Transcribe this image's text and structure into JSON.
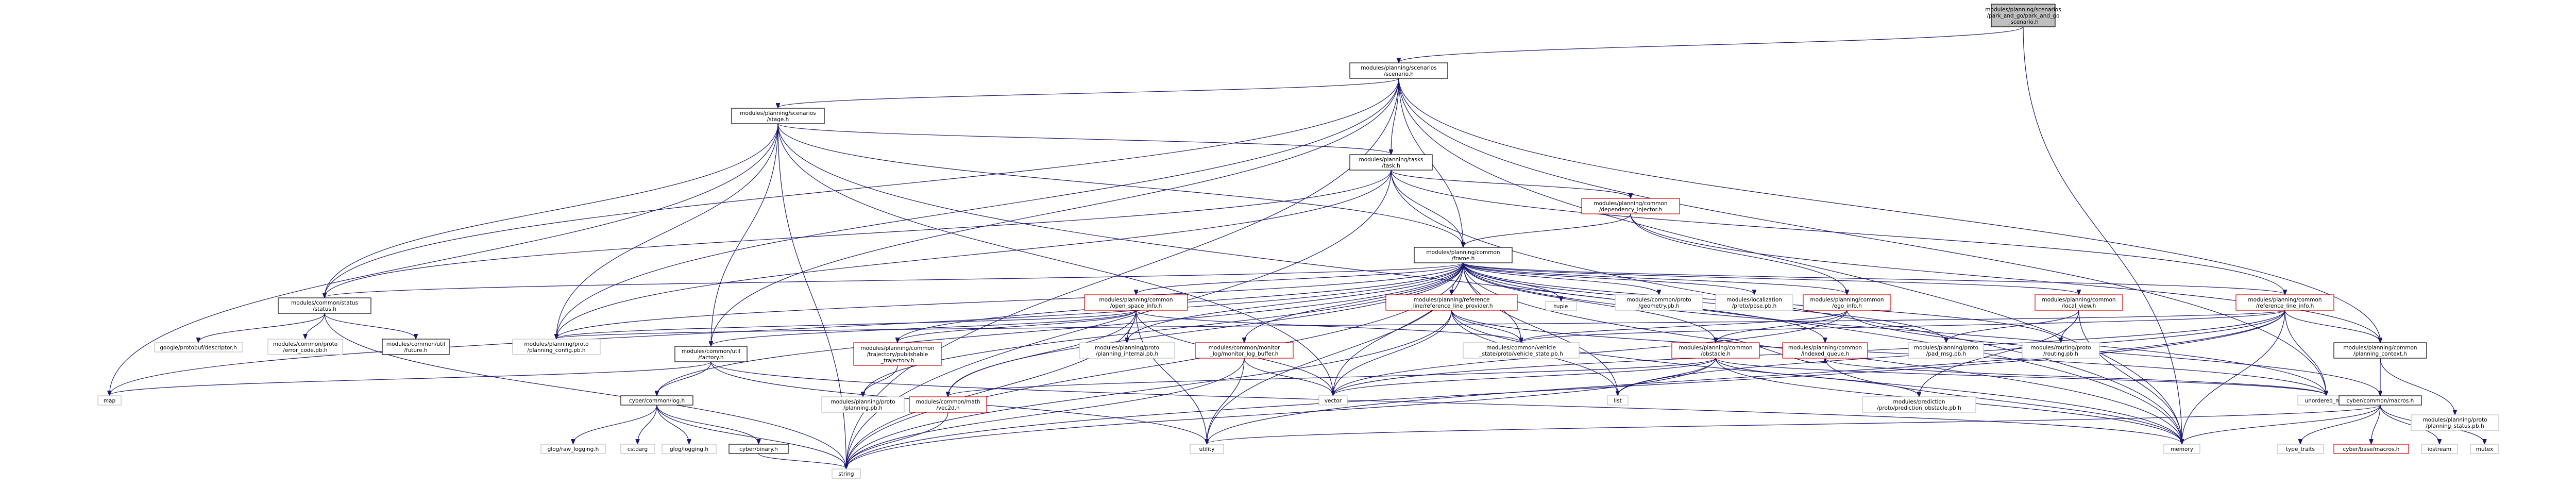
{
  "diagram": {
    "type": "include-dependency-graph",
    "nodes": [
      {
        "id": "root",
        "lines": [
          "modules/planning/scenarios",
          "/park_and_go/park_and_go",
          "_scenario.h"
        ],
        "style": "root"
      },
      {
        "id": "scenario_h",
        "lines": [
          "modules/planning/scenarios",
          "/scenario.h"
        ],
        "style": "normal"
      },
      {
        "id": "stage_h",
        "lines": [
          "modules/planning/scenarios",
          "/stage.h"
        ],
        "style": "normal"
      },
      {
        "id": "task_h",
        "lines": [
          "modules/planning/tasks",
          "/task.h"
        ],
        "style": "normal"
      },
      {
        "id": "dep_injector",
        "lines": [
          "modules/planning/common",
          "/dependency_injector.h"
        ],
        "style": "red"
      },
      {
        "id": "frame_h",
        "lines": [
          "modules/planning/common",
          "/frame.h"
        ],
        "style": "normal"
      },
      {
        "id": "status_h",
        "lines": [
          "modules/common/status",
          "/status.h"
        ],
        "style": "normal"
      },
      {
        "id": "open_space",
        "lines": [
          "modules/planning/common",
          "/open_space_info.h"
        ],
        "style": "red"
      },
      {
        "id": "ref_provider",
        "lines": [
          "modules/planning/reference",
          "_line/reference_line_provider.h"
        ],
        "style": "red"
      },
      {
        "id": "tuple",
        "lines": [
          "tuple"
        ],
        "style": "plain"
      },
      {
        "id": "geometry_pb",
        "lines": [
          "modules/common/proto",
          "/geometry.pb.h"
        ],
        "style": "plain"
      },
      {
        "id": "pose_pb",
        "lines": [
          "modules/localization",
          "/proto/pose.pb.h"
        ],
        "style": "plain"
      },
      {
        "id": "ego_info",
        "lines": [
          "modules/planning/common",
          "/ego_info.h"
        ],
        "style": "red"
      },
      {
        "id": "local_view",
        "lines": [
          "modules/planning/common",
          "/local_view.h"
        ],
        "style": "red"
      },
      {
        "id": "ref_line_info",
        "lines": [
          "modules/planning/common",
          "/reference_line_info.h"
        ],
        "style": "red"
      },
      {
        "id": "descriptor",
        "lines": [
          "google/protobuf/descriptor.h"
        ],
        "style": "plain"
      },
      {
        "id": "error_code_pb",
        "lines": [
          "modules/common/proto",
          "/error_code.pb.h"
        ],
        "style": "plain"
      },
      {
        "id": "future_h",
        "lines": [
          "modules/common/util",
          "/future.h"
        ],
        "style": "normal"
      },
      {
        "id": "planning_config_pb",
        "lines": [
          "modules/planning/proto",
          "/planning_config.pb.h"
        ],
        "style": "plain"
      },
      {
        "id": "factory_h",
        "lines": [
          "modules/common/util",
          "/factory.h"
        ],
        "style": "normal"
      },
      {
        "id": "trajectory_pub",
        "lines": [
          "modules/planning/common",
          "/trajectory/publishable",
          "_trajectory.h"
        ],
        "style": "red"
      },
      {
        "id": "planning_internal_pb",
        "lines": [
          "modules/planning/proto",
          "/planning_internal.pb.h"
        ],
        "style": "plain"
      },
      {
        "id": "log_buffer",
        "lines": [
          "modules/common/monitor",
          "_log/monitor_log_buffer.h"
        ],
        "style": "red"
      },
      {
        "id": "vehicle_state_pb",
        "lines": [
          "modules/common/vehicle",
          "_state/proto/vehicle_state.pb.h"
        ],
        "style": "plain"
      },
      {
        "id": "obstacle_h",
        "lines": [
          "modules/planning/common",
          "/obstacle.h"
        ],
        "style": "red"
      },
      {
        "id": "indexed_queue",
        "lines": [
          "modules/planning/common",
          "/indexed_queue.h"
        ],
        "style": "red"
      },
      {
        "id": "pad_msg_pb",
        "lines": [
          "modules/planning/proto",
          "/pad_msg.pb.h"
        ],
        "style": "plain"
      },
      {
        "id": "routing_pb",
        "lines": [
          "modules/routing/proto",
          "/routing.pb.h"
        ],
        "style": "plain"
      },
      {
        "id": "planning_context",
        "lines": [
          "modules/planning/common",
          "/planning_context.h"
        ],
        "style": "normal"
      },
      {
        "id": "map",
        "lines": [
          "map"
        ],
        "style": "plain"
      },
      {
        "id": "log_h",
        "lines": [
          "cyber/common/log.h"
        ],
        "style": "normal"
      },
      {
        "id": "planning_pb",
        "lines": [
          "modules/planning/proto",
          "/planning.pb.h"
        ],
        "style": "plain"
      },
      {
        "id": "vec2d",
        "lines": [
          "modules/common/math",
          "/vec2d.h"
        ],
        "style": "red"
      },
      {
        "id": "vector",
        "lines": [
          "vector"
        ],
        "style": "plain"
      },
      {
        "id": "list",
        "lines": [
          "list"
        ],
        "style": "plain"
      },
      {
        "id": "prediction_obstacle_pb",
        "lines": [
          "modules/prediction",
          "/proto/prediction_obstacle.pb.h"
        ],
        "style": "plain"
      },
      {
        "id": "unordered_map",
        "lines": [
          "unordered_map"
        ],
        "style": "plain"
      },
      {
        "id": "macros_h",
        "lines": [
          "cyber/common/macros.h"
        ],
        "style": "normal"
      },
      {
        "id": "planning_status_pb",
        "lines": [
          "modules/planning/proto",
          "/planning_status.pb.h"
        ],
        "style": "plain"
      },
      {
        "id": "glognew",
        "lines": [
          "glog/raw_logging.h"
        ],
        "style": "plain"
      },
      {
        "id": "cstdarg",
        "lines": [
          "cstdarg"
        ],
        "style": "plain"
      },
      {
        "id": "glog_logging",
        "lines": [
          "glog/logging.h"
        ],
        "style": "plain"
      },
      {
        "id": "binary_h",
        "lines": [
          "cyber/binary.h"
        ],
        "style": "normal"
      },
      {
        "id": "utility",
        "lines": [
          "utility"
        ],
        "style": "plain"
      },
      {
        "id": "memory",
        "lines": [
          "memory"
        ],
        "style": "plain"
      },
      {
        "id": "type_traits",
        "lines": [
          "type_traits"
        ],
        "style": "plain"
      },
      {
        "id": "base_macros",
        "lines": [
          "cyber/base/macros.h"
        ],
        "style": "red"
      },
      {
        "id": "iostream",
        "lines": [
          "iostream"
        ],
        "style": "plain"
      },
      {
        "id": "mutex",
        "lines": [
          "mutex"
        ],
        "style": "plain"
      },
      {
        "id": "string",
        "lines": [
          "string"
        ],
        "style": "plain"
      }
    ],
    "edges": [
      [
        "root",
        "scenario_h"
      ],
      [
        "root",
        "memory"
      ],
      [
        "scenario_h",
        "stage_h"
      ],
      [
        "scenario_h",
        "task_h"
      ],
      [
        "scenario_h",
        "frame_h"
      ],
      [
        "scenario_h",
        "status_h"
      ],
      [
        "scenario_h",
        "planning_config_pb"
      ],
      [
        "scenario_h",
        "factory_h"
      ],
      [
        "scenario_h",
        "planning_context"
      ],
      [
        "scenario_h",
        "unordered_map"
      ],
      [
        "scenario_h",
        "memory"
      ],
      [
        "scenario_h",
        "string"
      ],
      [
        "stage_h",
        "task_h"
      ],
      [
        "stage_h",
        "frame_h"
      ],
      [
        "stage_h",
        "status_h"
      ],
      [
        "stage_h",
        "planning_config_pb"
      ],
      [
        "stage_h",
        "factory_h"
      ],
      [
        "stage_h",
        "map"
      ],
      [
        "stage_h",
        "vector"
      ],
      [
        "stage_h",
        "memory"
      ],
      [
        "stage_h",
        "string"
      ],
      [
        "task_h",
        "dep_injector"
      ],
      [
        "task_h",
        "frame_h"
      ],
      [
        "task_h",
        "status_h"
      ],
      [
        "task_h",
        "planning_config_pb"
      ],
      [
        "task_h",
        "ref_line_info"
      ],
      [
        "task_h",
        "memory"
      ],
      [
        "task_h",
        "string"
      ],
      [
        "dep_injector",
        "frame_h"
      ],
      [
        "dep_injector",
        "ego_info"
      ],
      [
        "dep_injector",
        "planning_context"
      ],
      [
        "frame_h",
        "status_h"
      ],
      [
        "frame_h",
        "open_space"
      ],
      [
        "frame_h",
        "ref_provider"
      ],
      [
        "frame_h",
        "tuple"
      ],
      [
        "frame_h",
        "geometry_pb"
      ],
      [
        "frame_h",
        "pose_pb"
      ],
      [
        "frame_h",
        "ego_info"
      ],
      [
        "frame_h",
        "local_view"
      ],
      [
        "frame_h",
        "ref_line_info"
      ],
      [
        "frame_h",
        "planning_config_pb"
      ],
      [
        "frame_h",
        "trajectory_pub"
      ],
      [
        "frame_h",
        "planning_internal_pb"
      ],
      [
        "frame_h",
        "log_buffer"
      ],
      [
        "frame_h",
        "vehicle_state_pb"
      ],
      [
        "frame_h",
        "obstacle_h"
      ],
      [
        "frame_h",
        "indexed_queue"
      ],
      [
        "frame_h",
        "pad_msg_pb"
      ],
      [
        "frame_h",
        "routing_pb"
      ],
      [
        "frame_h",
        "vec2d"
      ],
      [
        "frame_h",
        "vector"
      ],
      [
        "frame_h",
        "list"
      ],
      [
        "frame_h",
        "unordered_map"
      ],
      [
        "frame_h",
        "planning_pb"
      ],
      [
        "frame_h",
        "log_h"
      ],
      [
        "frame_h",
        "map"
      ],
      [
        "frame_h",
        "utility"
      ],
      [
        "frame_h",
        "memory"
      ],
      [
        "frame_h",
        "string"
      ],
      [
        "status_h",
        "descriptor"
      ],
      [
        "status_h",
        "error_code_pb"
      ],
      [
        "status_h",
        "future_h"
      ],
      [
        "status_h",
        "string"
      ],
      [
        "open_space",
        "trajectory_pub"
      ],
      [
        "open_space",
        "planning_internal_pb"
      ],
      [
        "open_space",
        "vec2d"
      ],
      [
        "open_space",
        "vehicle_state_pb"
      ],
      [
        "open_space",
        "planning_config_pb"
      ],
      [
        "open_space",
        "factory_h"
      ],
      [
        "open_space",
        "vector"
      ],
      [
        "open_space",
        "utility"
      ],
      [
        "open_space",
        "string"
      ],
      [
        "ref_provider",
        "vehicle_state_pb"
      ],
      [
        "ref_provider",
        "vector"
      ],
      [
        "ref_provider",
        "list"
      ],
      [
        "ref_provider",
        "unordered_map"
      ],
      [
        "ref_provider",
        "memory"
      ],
      [
        "ref_provider",
        "string"
      ],
      [
        "ego_info",
        "obstacle_h"
      ],
      [
        "ego_info",
        "vehicle_state_pb"
      ],
      [
        "ego_info",
        "vector"
      ],
      [
        "ego_info",
        "macros_h"
      ],
      [
        "local_view",
        "pad_msg_pb"
      ],
      [
        "local_view",
        "routing_pb"
      ],
      [
        "local_view",
        "prediction_obstacle_pb"
      ],
      [
        "local_view",
        "memory"
      ],
      [
        "ref_line_info",
        "vehicle_state_pb"
      ],
      [
        "ref_line_info",
        "planning_context"
      ],
      [
        "ref_line_info",
        "unordered_map"
      ],
      [
        "ref_line_info",
        "list"
      ],
      [
        "ref_line_info",
        "vector"
      ],
      [
        "ref_line_info",
        "utility"
      ],
      [
        "ref_line_info",
        "memory"
      ],
      [
        "ref_line_info",
        "string"
      ],
      [
        "ref_line_info",
        "planning_config_pb"
      ],
      [
        "factory_h",
        "log_h"
      ],
      [
        "factory_h",
        "map"
      ],
      [
        "factory_h",
        "utility"
      ],
      [
        "factory_h",
        "memory"
      ],
      [
        "trajectory_pub",
        "planning_pb"
      ],
      [
        "log_buffer",
        "vector"
      ],
      [
        "log_buffer",
        "utility"
      ],
      [
        "log_buffer",
        "string"
      ],
      [
        "obstacle_h",
        "vec2d"
      ],
      [
        "obstacle_h",
        "prediction_obstacle_pb"
      ],
      [
        "obstacle_h",
        "indexed_queue"
      ],
      [
        "obstacle_h",
        "unordered_map"
      ],
      [
        "obstacle_h",
        "list"
      ],
      [
        "obstacle_h",
        "vector"
      ],
      [
        "obstacle_h",
        "memory"
      ],
      [
        "obstacle_h",
        "string"
      ],
      [
        "indexed_queue",
        "unordered_map"
      ],
      [
        "indexed_queue",
        "memory"
      ],
      [
        "planning_context",
        "planning_status_pb"
      ],
      [
        "planning_context",
        "macros_h"
      ],
      [
        "log_h",
        "glognew"
      ],
      [
        "log_h",
        "cstdarg"
      ],
      [
        "log_h",
        "glog_logging"
      ],
      [
        "log_h",
        "binary_h"
      ],
      [
        "log_h",
        "string"
      ],
      [
        "binary_h",
        "string"
      ],
      [
        "vec2d",
        "string"
      ],
      [
        "macros_h",
        "type_traits"
      ],
      [
        "macros_h",
        "base_macros"
      ],
      [
        "macros_h",
        "iostream"
      ],
      [
        "macros_h",
        "mutex"
      ],
      [
        "macros_h",
        "memory"
      ],
      [
        "macros_h",
        "utility"
      ]
    ]
  }
}
